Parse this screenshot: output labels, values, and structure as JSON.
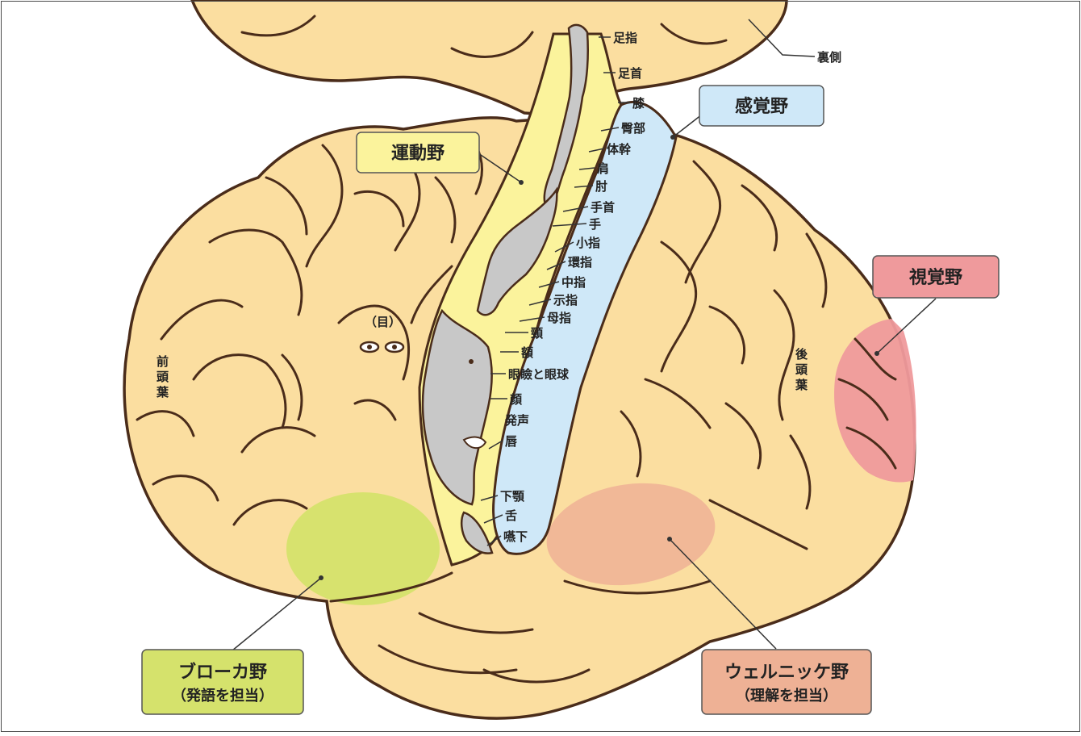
{
  "areas": {
    "motor": "運動野",
    "sensory": "感覚野",
    "visual": "視覚野",
    "broca": "ブローカ野",
    "broca_sub": "（発語を担当）",
    "wernicke": "ウェルニッケ野",
    "wernicke_sub": "（理解を担当）"
  },
  "lobes": {
    "frontal": [
      "前",
      "頭",
      "葉"
    ],
    "occipital": [
      "後",
      "頭",
      "葉"
    ]
  },
  "eye_label": "（目）",
  "back_label": "裏側",
  "body_parts": [
    "足指",
    "足首",
    "膝",
    "臀部",
    "体幹",
    "肩",
    "肘",
    "手首",
    "手",
    "小指",
    "環指",
    "中指",
    "示指",
    "母指",
    "頸",
    "額",
    "眼瞼と眼球",
    "顔",
    "発声",
    "唇",
    "下顎",
    "舌",
    "嚥下"
  ],
  "colors": {
    "brain": "#fbdea0",
    "outline": "#4a2c1a",
    "motor": "#fbf39c",
    "sensory": "#cfe8f8",
    "visual": "#ef9a9c",
    "broca": "#d5e26c",
    "wernicke": "#eeb195",
    "homunculus": "#c8c8c8"
  }
}
